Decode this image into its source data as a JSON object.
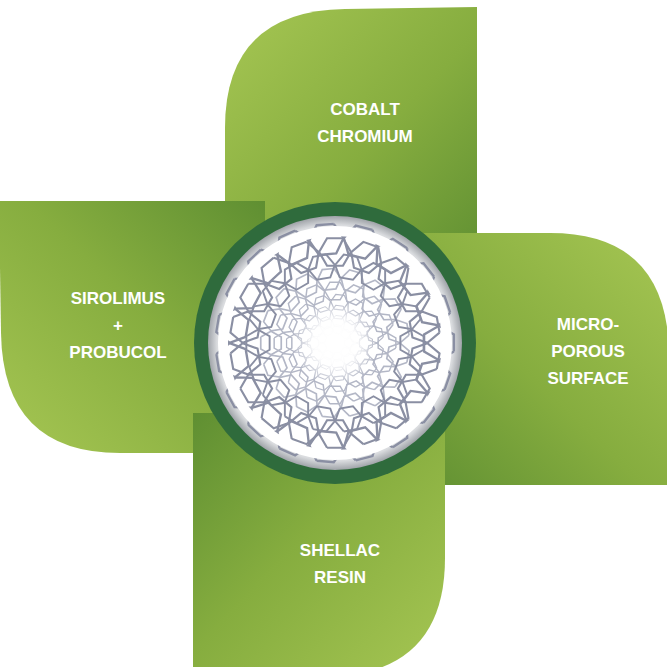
{
  "diagram": {
    "nodes": [
      {
        "text": [
          "COBALT CHROMIUM"
        ]
      },
      {
        "text": [
          "SIROLIMUS + PROBUCOL"
        ]
      },
      {
        "text": [
          "MICRO- POROUS SURFACE"
        ]
      },
      {
        "text": [
          "SHELLAC RESIN"
        ]
      }
    ]
  }
}
